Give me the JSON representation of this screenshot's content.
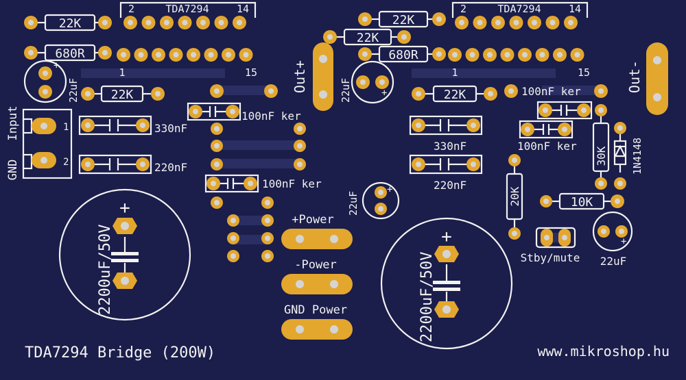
{
  "board": {
    "title": "TDA7294 Bridge (200W)",
    "website": "www.mikroshop.hu",
    "colors": {
      "board": "#1b1d4a",
      "copper": "#e3a72e",
      "silkscreen": "#f2f2f2",
      "trace": "#2b2e63",
      "drill": "#d4d4d4"
    }
  },
  "ic_left": {
    "name": "TDA7294",
    "pin_first": "2",
    "pin_last": "14",
    "row_first": "1",
    "row_last": "15"
  },
  "ic_right": {
    "name": "TDA7294",
    "pin_first": "2",
    "pin_last": "14",
    "row_first": "1",
    "row_last": "15"
  },
  "labels": {
    "input": "Input",
    "gnd_input": "GND",
    "pin1": "1",
    "pin2": "2",
    "out_plus": "Out+",
    "out_minus": "Out-",
    "plus_power": "+Power",
    "minus_power": "-Power",
    "gnd_power": "GND Power",
    "stby_mute": "Stby/mute",
    "plus": "+"
  },
  "components": {
    "r_22k_top_left": "22K",
    "r_680r_left": "680R",
    "r_22k_left": "22K",
    "c_22uf_left": "22uF",
    "c_330nf_left": "330nF",
    "c_220nf_left": "220nF",
    "c_100nf_left_a": "100nF ker",
    "c_100nf_left_b": "100nF ker",
    "c_22uf_mid": "22uF",
    "c_2200uf_left": "2200uF/50V",
    "r_22k_top_right_a": "22K",
    "r_22k_top_right_b": "22K",
    "r_680r_right": "680R",
    "c_22uf_right_top": "22uF",
    "r_22k_right": "22K",
    "c_100nf_right_a": "100nF ker",
    "c_100nf_right_b": "100nF ker",
    "c_330nf_right": "330nF",
    "c_220nf_right": "220nF",
    "r_30k": "30K",
    "d_1n4148": "1N4148",
    "r_20k": "20K",
    "r_10k": "10K",
    "c_22uf_right_bottom": "22uF",
    "c_2200uf_right": "2200uF/50V"
  }
}
